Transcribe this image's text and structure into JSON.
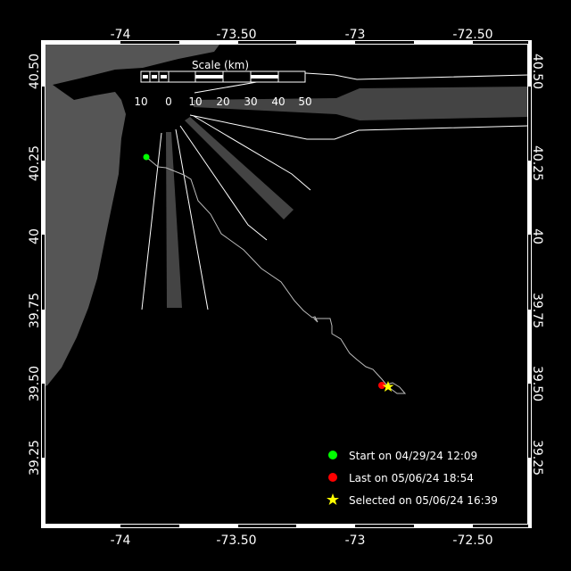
{
  "map": {
    "lon_ticks": [
      "-74",
      "-73.50",
      "-73",
      "-72.50"
    ],
    "lat_ticks": [
      "40.50",
      "40.25",
      "40",
      "39.75",
      "39.50",
      "39.25"
    ],
    "scale": {
      "title": "Scale (km)",
      "labels": [
        "10",
        "0",
        "10",
        "20",
        "30",
        "40",
        "50"
      ]
    },
    "legend": [
      {
        "label": "Start on 04/29/24 12:09",
        "color": "#00ff00",
        "symbol": "circle"
      },
      {
        "label": "Last on 05/06/24 18:54",
        "color": "#ff0000",
        "symbol": "circle"
      },
      {
        "label": "Selected on 05/06/24 16:39",
        "color": "#ffff00",
        "symbol": "star"
      }
    ],
    "colors": {
      "land": "#555555",
      "background": "#000000",
      "track": "#bbbbbb",
      "shipping_lane": "#444444"
    }
  }
}
